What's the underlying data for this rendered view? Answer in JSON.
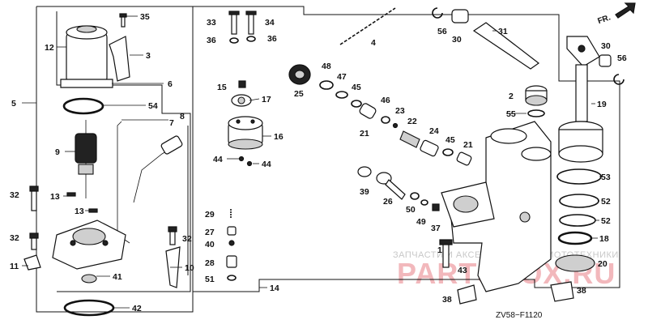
{
  "diagram_code": "ZV58−F1120",
  "direction_label": "FR.",
  "watermark": {
    "line": "ЗАПЧАСТИ И АКСЕССУАРЫ ДЛЯ МОТОТЕХНИКИ",
    "logo": "PARTSBOX.RU"
  },
  "callouts": {
    "c35": "35",
    "c12": "12",
    "c3": "3",
    "c6": "6",
    "c5": "5",
    "c54": "54",
    "c7": "7",
    "c8": "8",
    "c9": "9",
    "c13a": "13",
    "c13b": "13",
    "c32a": "32",
    "c32b": "32",
    "c32c": "32",
    "c11": "11",
    "c10": "10",
    "c41": "41",
    "c42": "42",
    "c33": "33",
    "c34": "34",
    "c36a": "36",
    "c36b": "36",
    "c4": "4",
    "c56a": "56",
    "c30a": "30",
    "c31": "31",
    "c30b": "30",
    "c56b": "56",
    "c15": "15",
    "c17": "17",
    "c16": "16",
    "c44a": "44",
    "c44b": "44",
    "c25": "25",
    "c48": "48",
    "c47": "47",
    "c45a": "45",
    "c46": "46",
    "c23": "23",
    "c21a": "21",
    "c22": "22",
    "c24": "24",
    "c45b": "45",
    "c21b": "21",
    "c2": "2",
    "c55": "55",
    "c19": "19",
    "c53": "53",
    "c52a": "52",
    "c52b": "52",
    "c18": "18",
    "c20": "20",
    "c39": "39",
    "c26": "26",
    "c50": "50",
    "c49": "49",
    "c37": "37",
    "c29": "29",
    "c27": "27",
    "c40": "40",
    "c28": "28",
    "c51": "51",
    "c1": "1",
    "c43": "43",
    "c14": "14",
    "c38a": "38",
    "c38b": "38"
  },
  "colors": {
    "line": "#111111",
    "watermark_logo": "#f2b8bc",
    "watermark_text": "#c8c8c8"
  }
}
